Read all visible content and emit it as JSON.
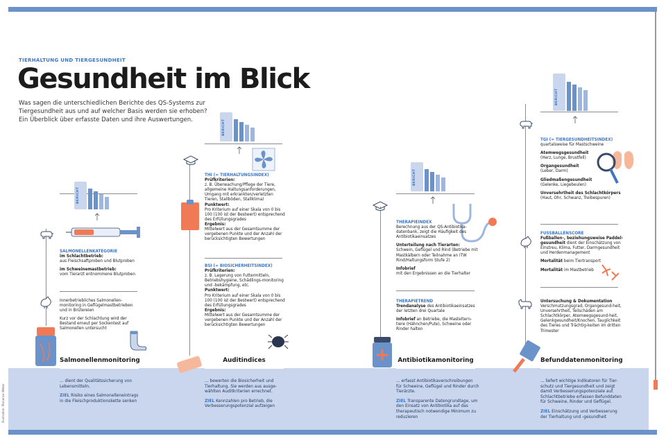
{
  "header": {
    "kicker": "TIERHALTUNG UND TIERGESUNDHEIT",
    "title": "Gesundheit im Blick",
    "intro": "Was sagen die unterschiedlichen Berichte des QS-Systems zur Tiergesundheit aus und auf welcher Basis werden sie erhoben? Ein Überblick über erfasste Daten und ihre Auswertungen."
  },
  "report_label": "BERICHT",
  "credit": "Illustration: Marianna Weber",
  "colors": {
    "blue": "#3e76c4",
    "light_blue": "#c9d6ee",
    "orange": "#f07a55",
    "bar_blue": "#6b93c9"
  },
  "icons": [
    "syringe-icon",
    "pig-icon",
    "chicken-icon",
    "cow-icon",
    "blood-tube-icon",
    "sock-icon",
    "cap-icon",
    "clipboard-icon",
    "fan-icon",
    "tick-icon",
    "lotion-icon",
    "stethoscope-icon",
    "medicine-jar-icon",
    "lungs-icon",
    "magnifier-icon",
    "chicken-feet-icon",
    "knife-icon"
  ],
  "col1": {
    "label": "Salmonellenmonitoring",
    "h1": "SALMONELLENKATEGORIE",
    "l1": "im Schlachtbetrieb:",
    "t1": "aus Fleischsaftproben und Blutproben",
    "l2": "im Schweinemastbetrieb:",
    "t2": "vom Tierarzt entnommene Blutproben",
    "t3": "Innerbetriebliches Salmonellen-monitoring in Geflügelmastbetrieben und in Brütereien",
    "t4": "Kurz vor der Schlachtung wird der Bestand erneut per Sockentest auf Salmonellen untersucht",
    "bottom": "... dient der Qualitätssicherung von Lebensmitteln.",
    "ziel_label": "ZIEL",
    "ziel": "Risiko eines Salmonelleneintrags in die Fleischproduktionskette senken"
  },
  "col2": {
    "label": "Auditindices",
    "thi_h": "THI (= TIERHALTUNGSINDEX)",
    "thi_l1": "Prüfkriterien:",
    "thi_t1": "z. B. Überwachung/Pflege der Tiere, allgemeine Haltungsanforderungen, Umgang mit erkrankten/verletzten Tieren, Stallböden, Stallklima)",
    "thi_l2": "Punktwert:",
    "thi_t2": "Pro Kriterium auf einer Skala von 0 bis 100 (100 ist der Bestwert) entsprechend des Erfüllungsgrades",
    "thi_l3": "Ergebnis:",
    "thi_t3": "Mittelwert aus der Gesamtsumme der vergebenen Punkte und der Anzahl der berücksichtigten Bewertungen",
    "bsi_h": "BSI (= BIOSICHERHEITSINDEX)",
    "bsi_l1": "Prüfkriterien:",
    "bsi_t1": "z. B. Lagerung von Futtermitteln, Betriebshygiene, Schädlings-monitoring und -bekämpfung, etc.",
    "bsi_l2": "Punktwert:",
    "bsi_t2": "Pro Kriterium auf einer Skala von 0 bis 100 (100 ist der Bestwert) entsprechend des Erfüllungsgrades",
    "bsi_l3": "Ergebnis:",
    "bsi_t3": "Mittelwert aus der Gesamtsumme der vergebenen Punkte und der Anzahl der berücksichtigten Bewertungen",
    "bottom": "... bewerten die Biosicherheit und Tierhaltung. Sie werden aus ausge-wählten Auditkriterien errechnet.",
    "ziel_label": "ZIEL",
    "ziel": "Kennzahlen pro Betrieb, die Verbesserungspotenzial aufzeigen"
  },
  "col3": {
    "label": "Antibiotikamonitoring",
    "h1": "THERAPIEINDEX",
    "t1": "Berechnung aus der QS-Antibiotika-datenbank, zeigt die Häufigkeit des Antibiotikaeinsatzes",
    "l2": "Unterteilung nach Tierarten:",
    "t2": "Schwein, Geflügel und Rind (Betriebe mit Mastkälbern oder Teilnahme an ITW Rind/Haltungsform Stufe 2)",
    "l3": "Infobrief",
    "t3": "mit den Ergebnissen an die Tierhalter",
    "h2": "THERAPIETREND",
    "l4": "Trendanalyse",
    "t4": "des Antibiotikaeinsatzes der letzten drei Quartale",
    "l5": "Infobrief",
    "t5": "an Betriebe, die Masteltern-tiere (Hähnchen/Pute), Schweine oder Rinder halten",
    "bottom": "... erfasst Antibiotikaverschreibungen für Schweine, Geflügel und Rinder durch Tierärzte.",
    "ziel_label": "ZIEL",
    "ziel": "Transparente Datengrundlage, um den Einsatz von Antibiotika auf das therapeutisch notwendige Minimum zu reduzieren"
  },
  "col4": {
    "label": "Befunddatenmonitoring",
    "h1": "TGI (= TIERGESUNDHEITSINDEX)",
    "t1": "quartalsweise für Mastschweine",
    "l2": "Atemwegsgesundheit",
    "t2": "(Herz, Lunge, Brustfell)",
    "l3": "Organgesundheit",
    "t3": "(Leber, Darm)",
    "l4": "Gliedmaßengesundheit",
    "t4": "(Gelenke, Liegebeulen)",
    "l5": "Unversehrtheit des Schlachtkörpers",
    "t5": "(Haut, Ohr, Schwanz, Treibespuren)",
    "h2": "FUSSBALLENSCORE",
    "l6": "Fußballen-, beziehungsweise Paddel-gesundheit",
    "t6": "dient der Einschätzung von Einstreu, Klima, Futter, Darmgesundheit und Herdenmanagement",
    "l7": "Mortalität",
    "t7": "beim Tiertransport",
    "l8": "Mortalität",
    "t8": "im Mastbetrieb",
    "l9": "Untersuchung & Dokumentation",
    "t9": "Verschmutzungsgrad, Organgesund-heit, Unversehrtheit, Teilschäden am Schlachtkörper, Atemwegsgesund-heit, Gelenkgesundheit/Knochen, Tauglichkeit des Tieres und Trächtig-keiten im dritten Trimester",
    "bottom": "... liefert wichtige Indikatoren für Tier-schutz und Tiergesundheit und zeigt damit Verbesserungspotenziale auf. Schlachtbetriebe erfassen Befunddaten für Schweine, Rinder und Geflügel.",
    "ziel_label": "ZIEL",
    "ziel": "Einschätzung und Verbesserung der Tierhaltung und -gesundheit"
  }
}
